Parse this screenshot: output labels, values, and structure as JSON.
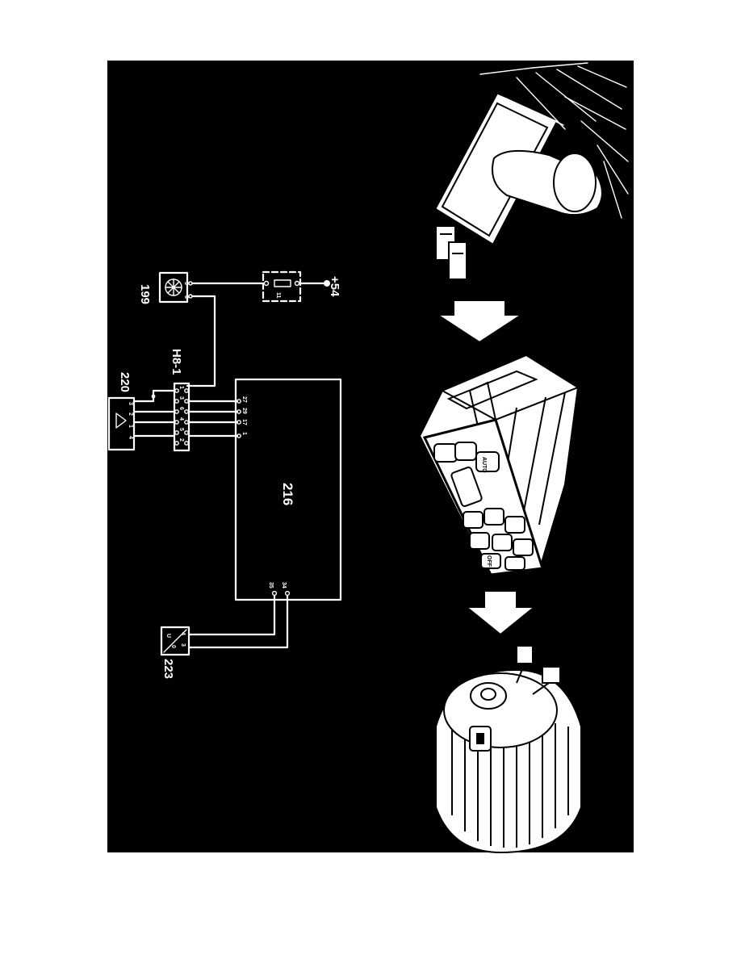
{
  "colors": {
    "page": "#ffffff",
    "panel": "#000000",
    "ink": "#ffffff"
  },
  "labels": {
    "sensor_199": "199",
    "connector": "H8-1",
    "sensor_220": "220",
    "module_216": "216",
    "actuator_223": "223",
    "supply": "+54",
    "fuse": "11"
  },
  "pins": {
    "connector": [
      "1",
      "2",
      "3",
      "4",
      "5",
      "6"
    ],
    "module_top": [
      "27",
      "29",
      "17",
      "1"
    ],
    "module_bottom": [
      "35",
      "34"
    ],
    "sensor_220": [
      "1",
      "2",
      "3",
      "4"
    ],
    "sensor_199": [
      "5",
      "6"
    ],
    "actuator_223": [
      "4",
      "3"
    ],
    "actuator_223_symbol": [
      "U",
      "0"
    ]
  },
  "illustrations": {
    "sun_sensor": "sun-sensor",
    "control_panel": "climate-control-panel",
    "blower": "blower-fan",
    "panel_buttons": [
      "AUTO",
      "OFF"
    ]
  }
}
